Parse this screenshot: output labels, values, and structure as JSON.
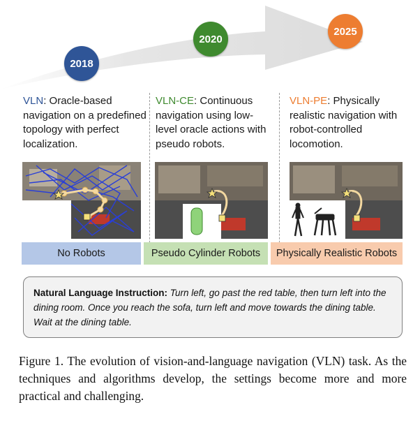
{
  "timeline": {
    "years": [
      "2018",
      "2020",
      "2025"
    ],
    "colors": {
      "y2018": "#2f5597",
      "y2020": "#3f8a2f",
      "y2025": "#ed7d31"
    }
  },
  "columns": [
    {
      "name": "VLN",
      "description": "Oracle-based navigation on a predefined topology with perfect localization."
    },
    {
      "name": "VLN-CE",
      "description": "Continuous navigation using low-level oracle actions with pseudo robots."
    },
    {
      "name": "VLN-PE",
      "description": "Physically realistic navigation with robot-controlled locomotion."
    }
  ],
  "robot_bars": [
    "No Robots",
    "Pseudo Cylinder Robots",
    "Physically Realistic Robots"
  ],
  "instruction": {
    "label": "Natural Language Instruction:",
    "text": "Turn left, go past the red table, then turn left into the dining room. Once you reach the sofa, turn left and move towards the dining table. Wait at the dining table."
  },
  "caption": "Figure 1. The evolution of vision-and-language navigation (VLN) task. As the techniques and algorithms develop, the settings become more and more practical and challenging."
}
